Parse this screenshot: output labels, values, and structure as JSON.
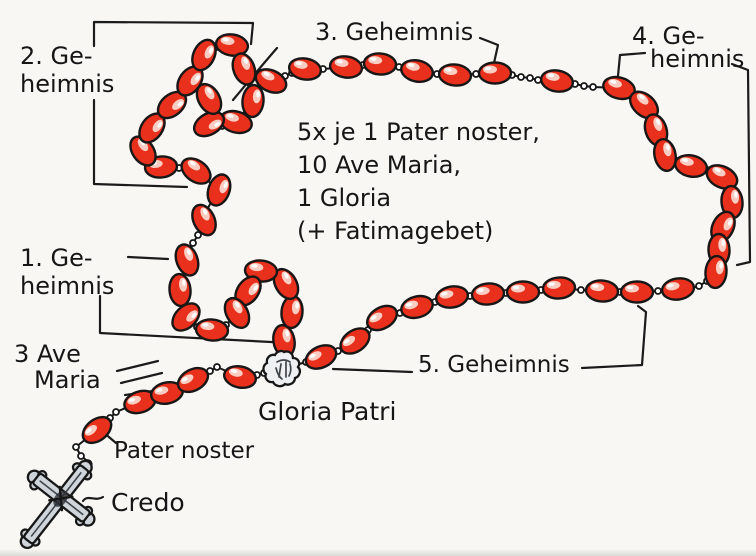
{
  "figure": {
    "title": "Rosary diagram with German prayer labels",
    "background": "#f8f7f4",
    "bead_color": "#e8301c",
    "bead_highlight": "#fbcdc2",
    "bead_highlight2": "#ffffff",
    "outline_color": "#171717",
    "metal_color": "#cfd5da",
    "metal_dark": "#3e444a",
    "ring_fill": "#ffffff"
  },
  "labels": {
    "mystery1_line1": "1. Ge-",
    "mystery1_line2": "heimnis",
    "mystery2_line1": "2. Ge-",
    "mystery2_line2": "heimnis",
    "mystery3": "3. Geheimnis",
    "mystery4_line1": "4. Ge-",
    "mystery4_line2": "heimnis",
    "mystery5": "5. Geheimnis",
    "ave3_line1": "3 Ave",
    "ave3_line2": "Maria",
    "gloria_patri": "Gloria Patri",
    "pater_noster": "Pater noster",
    "credo": "Credo"
  },
  "note": {
    "line1": "5x je 1 Pater noster,",
    "line2": "10 Ave Maria,",
    "line3": "1 Gloria",
    "line4": "(+ Fatimagebet)"
  }
}
